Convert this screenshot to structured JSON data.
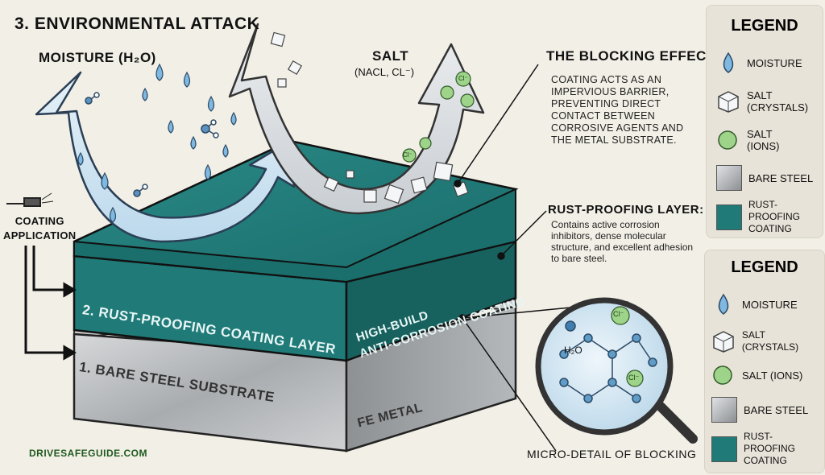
{
  "title": "3. ENVIRONMENTAL ATTACK",
  "moisture_label": "MOISTURE (H₂O)",
  "salt_label": "SALT",
  "salt_sub": "(NaCl, Cl⁻)",
  "blocking": {
    "title": "THE BLOCKING EFFECT",
    "body": "COATING ACTS AS AN IMPERVIOUS BARRIER, PREVENTING DIRECT CONTACT BETWEEN CORROSIVE AGENTS AND THE METAL SUBSTRATE."
  },
  "rust_layer": {
    "title": "RUST-PROOFING LAYER:",
    "body": "Contains active corrosion inhibitors, dense molecular structure, and excellent adhesion to bare steel."
  },
  "coating_application": [
    "COATING",
    "APPLICATION"
  ],
  "layer2_label": "2. RUST-PROOFING COATING LAYER",
  "layer2_side": [
    "HIGH-BUILD",
    "ANTI-CORROSION COATING"
  ],
  "layer1_label": "1. BARE STEEL SUBSTRATE",
  "layer1_side": "FE METAL",
  "micro_label": "MICRO-DETAIL OF BLOCKING",
  "micro_h2o": "H₂O",
  "cl_ion": "Cl⁻",
  "brand": "DRIVESAFEGUIDE.COM",
  "legend1": {
    "title": "LEGEND",
    "items": [
      {
        "label": "MOISTURE",
        "icon": "droplet-icon"
      },
      {
        "label": "SALT (CRYSTALS)",
        "icon": "salt-crystal-icon"
      },
      {
        "label": "SALT (IONS)",
        "icon": "ion-icon"
      },
      {
        "label": "BARE STEEL",
        "icon": "steel-swatch"
      },
      {
        "label": "RUST-PROOFING COATING",
        "icon": "coating-swatch"
      }
    ]
  },
  "legend2": {
    "title": "LEGEND",
    "items": [
      {
        "label": "MOISTURE",
        "icon": "droplet-icon"
      },
      {
        "label": "SALT (CRYSTALS)",
        "icon": "salt-crystal-icon"
      },
      {
        "label": "SALT (IONS)",
        "icon": "ion-icon"
      },
      {
        "label": "BARE STEEL",
        "icon": "steel-swatch"
      },
      {
        "label": "RUST-PROOFING COATING",
        "icon": "coating-swatch"
      }
    ]
  },
  "colors": {
    "coating": "#1f7a78",
    "coating_dark": "#145856",
    "steel": "#b9bcbf",
    "steel_dark": "#8c8f92",
    "water": "#8fc3e6",
    "ion": "#8fcf7a",
    "background": "#f2efe6"
  }
}
